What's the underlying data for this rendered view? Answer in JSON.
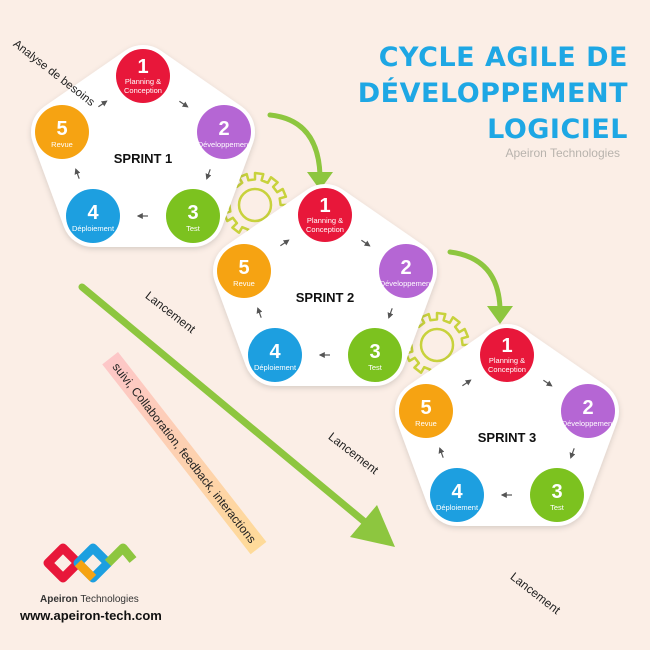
{
  "title": {
    "line1": "CYCLE AGILE DE",
    "line2": "DÉVELOPPEMENT",
    "line3": "LOGICIEL"
  },
  "company": "Apeiron Technologies",
  "analysis_label": "Analyse de besoins",
  "launch_label": "Lancement",
  "banner": "suivi, Collaboration, feedback, interactions",
  "brand": {
    "name_bold": "Apeiron",
    "name_rest": " Technologies"
  },
  "website": "www.apeiron-tech.com",
  "sprints": [
    {
      "name": "SPRINT 1"
    },
    {
      "name": "SPRINT 2"
    },
    {
      "name": "SPRINT 3"
    }
  ],
  "steps": [
    {
      "num": "1",
      "lines": [
        "Planning &",
        "Conception"
      ],
      "color": "#e8173a"
    },
    {
      "num": "2",
      "lines": [
        "Développement"
      ],
      "color": "#b566d4"
    },
    {
      "num": "3",
      "lines": [
        "Test"
      ],
      "color": "#7cc21f"
    },
    {
      "num": "4",
      "lines": [
        "Déploiement"
      ],
      "color": "#1d9fe0"
    },
    {
      "num": "5",
      "lines": [
        "Revue"
      ],
      "color": "#f6a312"
    }
  ],
  "colors": {
    "title": "#1ea7e4",
    "arrow_green": "#8dc63f",
    "gear": "#c8d23c"
  }
}
